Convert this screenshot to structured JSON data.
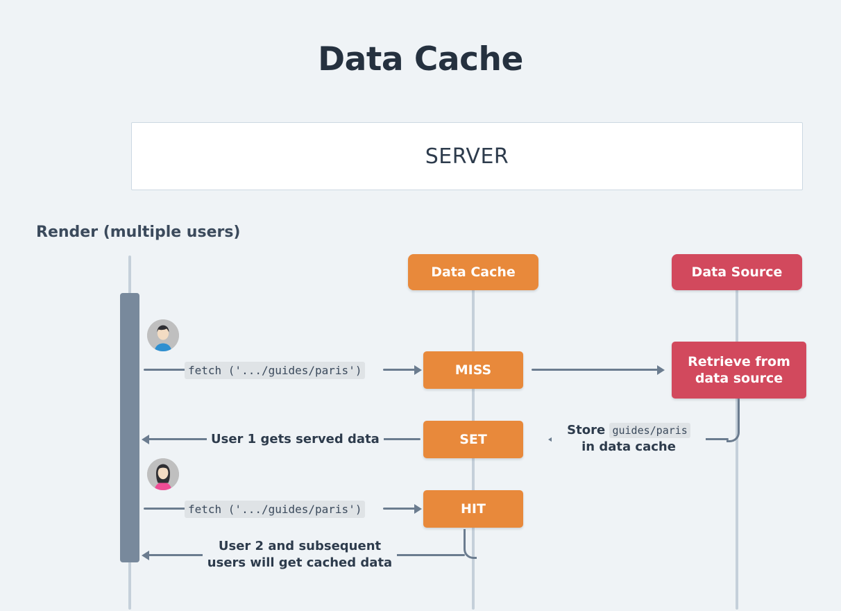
{
  "title": "Data Cache",
  "server": {
    "label": "SERVER"
  },
  "section": {
    "label": "Render (multiple users)"
  },
  "colors": {
    "background": "#eff3f6",
    "title_text": "#25313f",
    "cache_orange": "#e8893b",
    "source_red": "#d2495d",
    "activation_gray": "#78899c",
    "lifeline_gray": "#c5d0da",
    "arrow_gray": "#6b7c8f",
    "code_chip_bg": "#dfe3e6"
  },
  "participants": [
    {
      "id": "user",
      "label": "",
      "type": "activation-lifeline"
    },
    {
      "id": "cache",
      "label": "Data Cache",
      "color": "#e8893b"
    },
    {
      "id": "source",
      "label": "Data Source",
      "color": "#d2495d"
    }
  ],
  "avatars": [
    {
      "id": "user-1",
      "alt": "user-1-avatar",
      "shirt": "#2e8fd0",
      "hair": "#2f2f33"
    },
    {
      "id": "user-2",
      "alt": "user-2-avatar",
      "shirt": "#ef4d95",
      "hair": "#2f2f33"
    }
  ],
  "events": {
    "miss": "MISS",
    "set": "SET",
    "hit": "HIT",
    "retrieve": "Retrieve from\ndata source",
    "retrieve_line1": "Retrieve from",
    "retrieve_line2": "data source"
  },
  "messages": {
    "fetch_1": "fetch ('.../guides/paris')",
    "served_1": "User 1 gets served data",
    "store_prefix": "Store",
    "store_code": "guides/paris",
    "store_suffix": "in data cache",
    "fetch_2": "fetch ('.../guides/paris')",
    "cached_line1": "User 2 and subsequent",
    "cached_line2": "users will get cached data"
  }
}
